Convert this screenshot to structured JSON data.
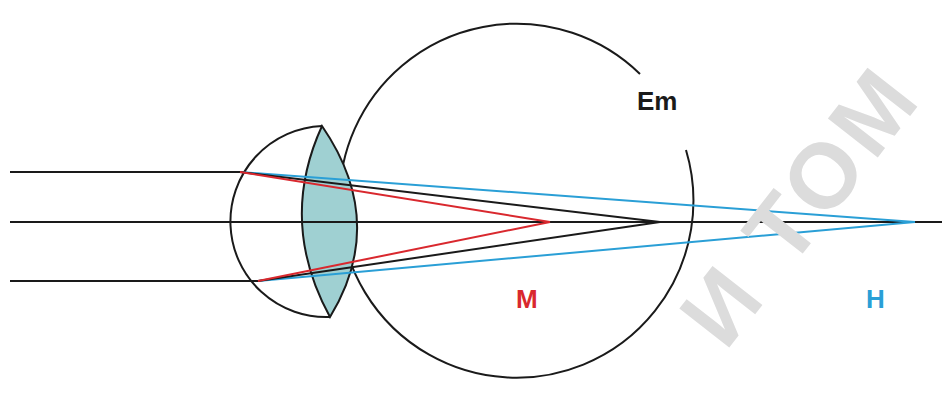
{
  "diagram": {
    "labels": [
      "Em",
      "M",
      "H",
      "И ТОМ"
    ]
  }
}
